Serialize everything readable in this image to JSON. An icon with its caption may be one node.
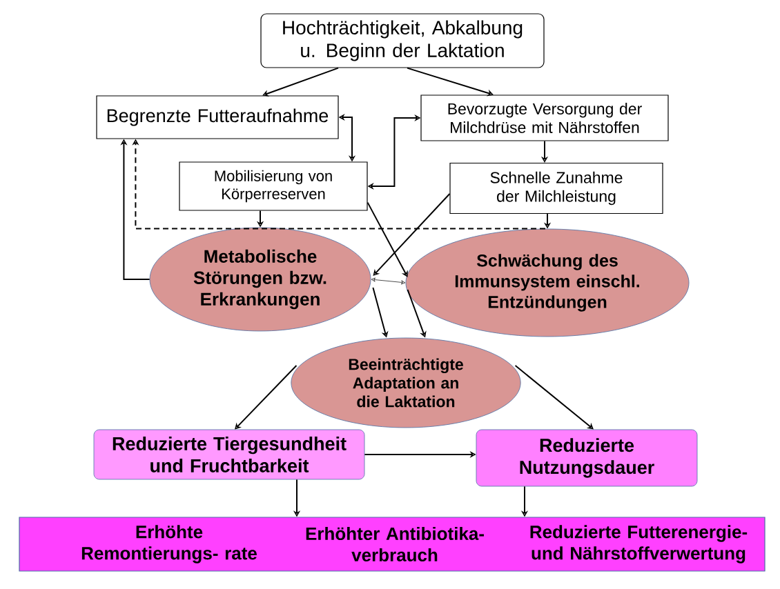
{
  "diagram": {
    "nodes": [
      {
        "text": [
          "Hochträchtigkeit, Abkalbung u. Beginn der Laktation"
        ]
      },
      {
        "text": [
          "Begrenzte Futteraufnahme"
        ]
      },
      {
        "text": [
          "Bevorzugte Versorgung der Milchdrüse mit Nährstoffen"
        ]
      },
      {
        "text": [
          "Mobilisierung von Körperreserven"
        ]
      },
      {
        "text": [
          "Schnelle Zunahme der Milchleistung"
        ]
      },
      {
        "text": [
          "Metabolische Störungen bzw. Erkrankungen"
        ]
      },
      {
        "text": [
          "Schwächung des Immunsystem einschl. Entzündungen"
        ]
      },
      {
        "text": [
          "Beeinträchtigte Adaptation an die Laktation"
        ]
      },
      {
        "text": [
          "Reduzierte Tiergesundheit und Fruchtbarkeit"
        ]
      },
      {
        "text": [
          "Reduzierte Nutzungsdauer"
        ]
      },
      {
        "text": [
          "Erhöhte Remontierungs- rate",
          "Erhöhter Antibiotika- verbrauch",
          "Reduzierte Futterenergie- und Nährstoffverwertung"
        ]
      }
    ],
    "edges": [
      {
        "from": 0,
        "to": 1,
        "arrow": "to"
      },
      {
        "from": 0,
        "to": 2,
        "arrow": "to"
      },
      {
        "from": 1,
        "to": 3,
        "arrow": "both"
      },
      {
        "from": 2,
        "to": 3,
        "arrow": "both"
      },
      {
        "from": 2,
        "to": 4,
        "arrow": "to"
      },
      {
        "from": 3,
        "to": 5,
        "arrow": "to"
      },
      {
        "from": 3,
        "to": 6,
        "arrow": "to"
      },
      {
        "from": 4,
        "to": 6,
        "arrow": "to"
      },
      {
        "from": 4,
        "to": 5,
        "arrow": "to"
      },
      {
        "from": 5,
        "to": 6,
        "arrow": "both"
      },
      {
        "from": 5,
        "to": 1,
        "arrow": "to"
      },
      {
        "from": 6,
        "to": 1,
        "arrow": "to",
        "style": "dashed"
      },
      {
        "from": 5,
        "to": 7,
        "arrow": "to"
      },
      {
        "from": 6,
        "to": 7,
        "arrow": "to"
      },
      {
        "from": 7,
        "to": 8,
        "arrow": "to"
      },
      {
        "from": 7,
        "to": 9,
        "arrow": "to"
      },
      {
        "from": 8,
        "to": 9,
        "arrow": "to"
      },
      {
        "from": 8,
        "to": 10,
        "arrow": "to"
      },
      {
        "from": 9,
        "to": 10,
        "arrow": "to"
      }
    ]
  }
}
